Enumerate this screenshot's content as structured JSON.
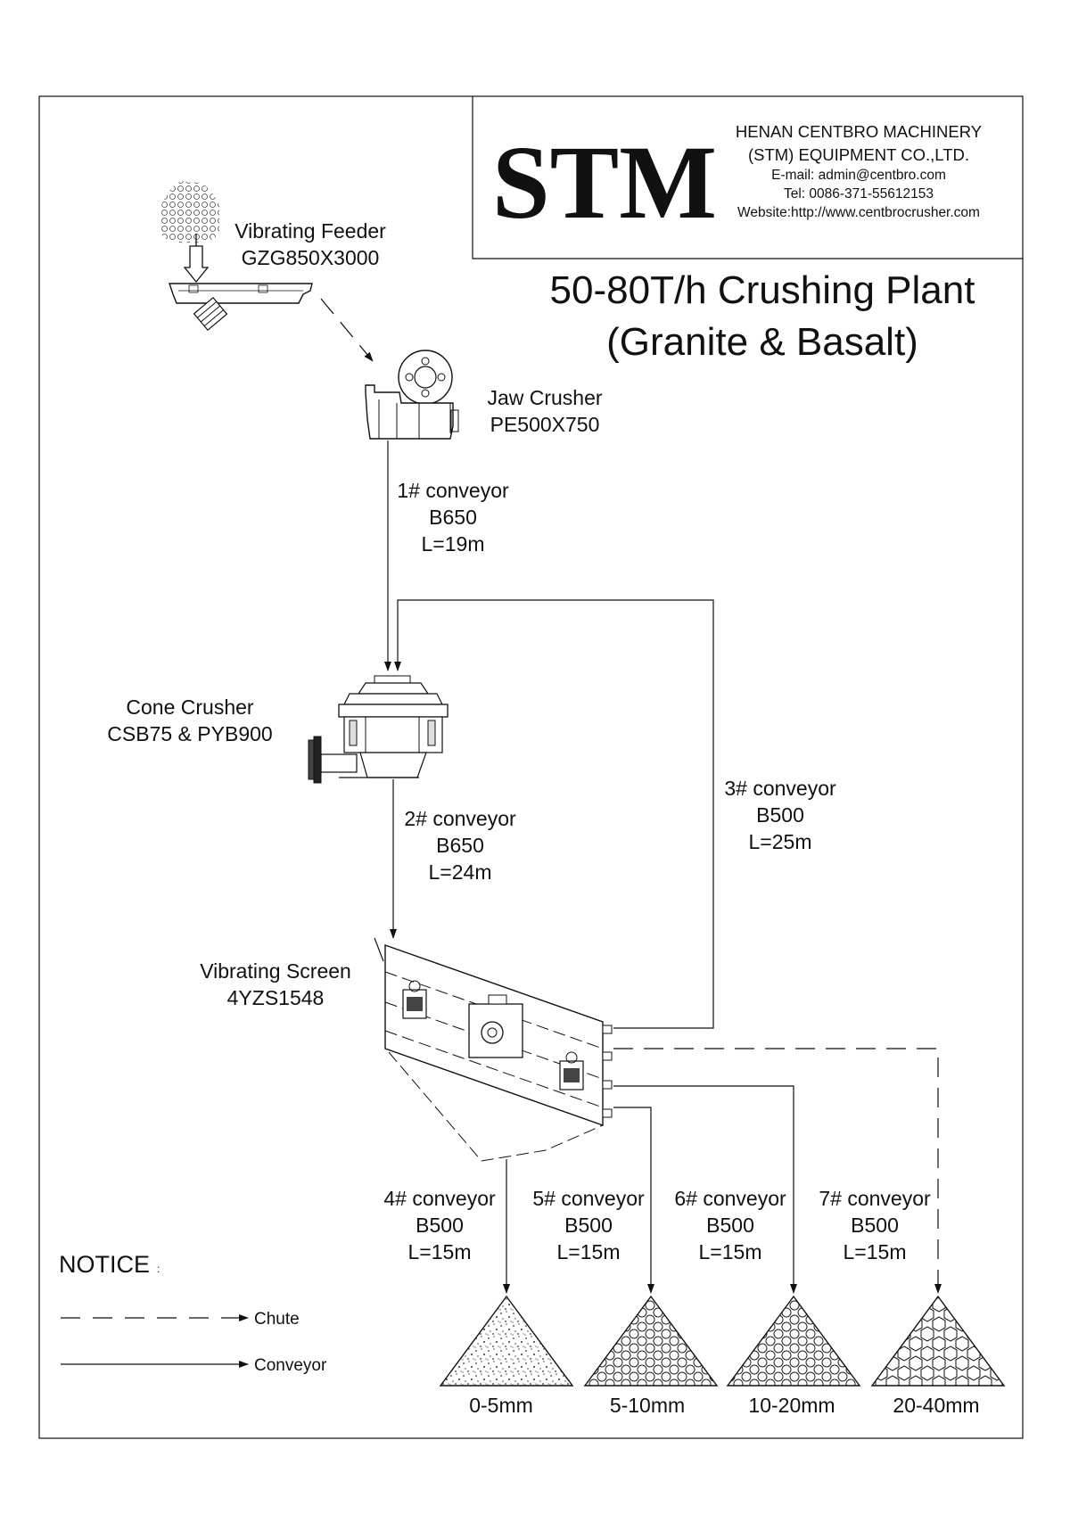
{
  "header": {
    "logo": "STM",
    "company_line1": "HENAN CENTBRO MACHINERY",
    "company_line2": "(STM) EQUIPMENT  CO.,LTD.",
    "email": "E-mail:  admin@centbro.com",
    "tel": "Tel:  0086-371-55612153",
    "website": "Website:http://www.centbrocrusher.com"
  },
  "title": {
    "line1": "50-80T/h Crushing Plant",
    "line2": "(Granite & Basalt)"
  },
  "equipment": {
    "feeder": {
      "name": "Vibrating Feeder",
      "model": "GZG850X3000"
    },
    "jaw": {
      "name": "Jaw Crusher",
      "model": "PE500X750"
    },
    "cone": {
      "name": "Cone Crusher",
      "model": "CSB75 & PYB900"
    },
    "screen": {
      "name": "Vibrating Screen",
      "model": "4YZS1548"
    }
  },
  "conveyors": {
    "c1": {
      "name": "1# conveyor",
      "spec": "B650",
      "length": "L=19m"
    },
    "c2": {
      "name": "2# conveyor",
      "spec": "B650",
      "length": "L=24m"
    },
    "c3": {
      "name": "3# conveyor",
      "spec": "B500",
      "length": "L=25m"
    },
    "c4": {
      "name": "4# conveyor",
      "spec": "B500",
      "length": "L=15m"
    },
    "c5": {
      "name": "5# conveyor",
      "spec": "B500",
      "length": "L=15m"
    },
    "c6": {
      "name": "6# conveyor",
      "spec": "B500",
      "length": "L=15m"
    },
    "c7": {
      "name": "7# conveyor",
      "spec": "B500",
      "length": "L=15m"
    }
  },
  "products": [
    "0-5mm",
    "5-10mm",
    "10-20mm",
    "20-40mm"
  ],
  "notice": {
    "title": "NOTICE",
    "colon": ":",
    "chute": "Chute",
    "conveyor": "Conveyor"
  }
}
